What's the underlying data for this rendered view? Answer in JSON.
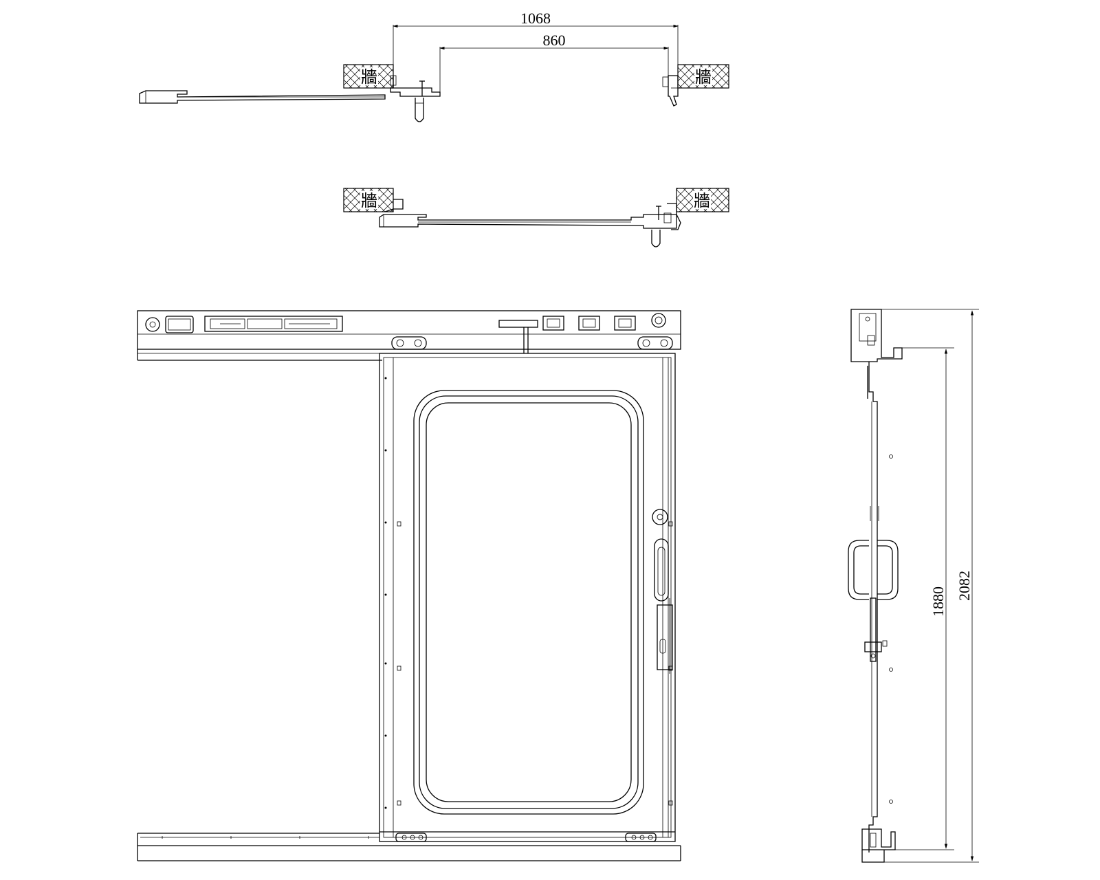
{
  "plan_top": {
    "dimensions": {
      "overall_width": "1068",
      "clear_opening": "860"
    },
    "wall_left_label": "牆",
    "wall_right_label": "牆"
  },
  "plan_middle": {
    "wall_left_label": "牆",
    "wall_right_label": "牆"
  },
  "side_section": {
    "dimensions": {
      "door_leaf_height": "1880",
      "overall_height": "2082"
    }
  },
  "colors": {
    "line": "#000000",
    "background": "#ffffff"
  }
}
